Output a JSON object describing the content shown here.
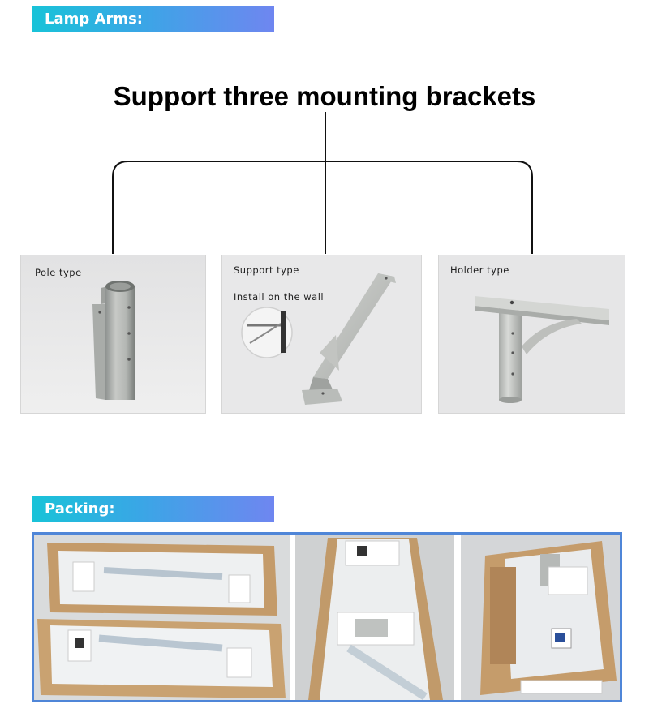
{
  "sections": {
    "lamp_arms": {
      "title": "Lamp Arms:"
    },
    "packing": {
      "title": "Packing:"
    }
  },
  "headline": "Support three mounting brackets",
  "brackets": [
    {
      "label": "Pole type"
    },
    {
      "label": "Support type",
      "note": "Install on the wall"
    },
    {
      "label": "Holder type"
    }
  ],
  "colors": {
    "banner_start": "#18c3d8",
    "banner_end": "#6f86f0",
    "frame": "#4f86d8",
    "cardboard": "#c9a271"
  }
}
